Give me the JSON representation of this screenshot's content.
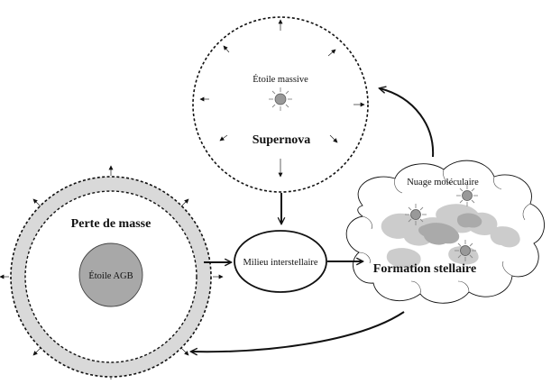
{
  "diagram": {
    "supernova": {
      "star_label": "Étoile massive",
      "title": "Supernova"
    },
    "agb": {
      "title": "Perte de masse",
      "star_label": "Étoile AGB"
    },
    "ism": {
      "label": "Milieu interstellaire"
    },
    "cloud": {
      "title": "Nuage moléculaire",
      "label": "Formation stellaire"
    },
    "colors": {
      "ink": "#111111",
      "star_fill": "#999999",
      "agb_star_fill": "#a8a8a8",
      "shell_fill": "#d9d9d9",
      "cloud_fill": "#cccccc"
    }
  }
}
